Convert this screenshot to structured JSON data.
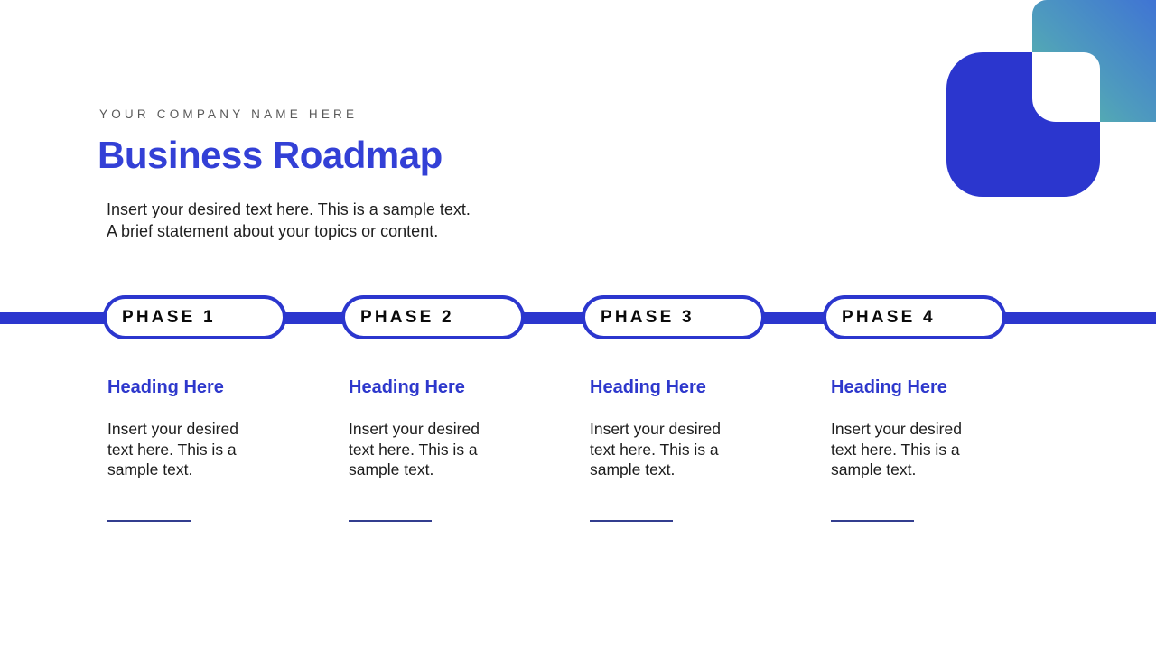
{
  "slide": {
    "eyebrow": "YOUR COMPANY NAME HERE",
    "title": "Business Roadmap",
    "subtitle_line1": "Insert your desired text here. This is a sample text.",
    "subtitle_line2": "A brief statement about your topics or content.",
    "phases": [
      {
        "label": "PHASE 1",
        "heading": "Heading Here",
        "body": "Insert your desired text here. This is a sample text."
      },
      {
        "label": "PHASE 2",
        "heading": "Heading Here",
        "body": "Insert your desired text here. This is a sample text."
      },
      {
        "label": "PHASE 3",
        "heading": "Heading Here",
        "body": "Insert your desired text here. This is a sample text."
      },
      {
        "label": "PHASE 4",
        "heading": "Heading Here",
        "body": "Insert your desired text here. This is a sample text."
      }
    ],
    "colors": {
      "accent_blue": "#2B36CE",
      "title_blue": "#3340D6",
      "heading_blue": "#2E38CC",
      "underline_navy": "#333E8F",
      "gradient_teal": "#5BBFA3",
      "gradient_blue": "#3C6BD9",
      "eyebrow_gray": "#595959",
      "body_text": "#1C1C1C"
    }
  }
}
